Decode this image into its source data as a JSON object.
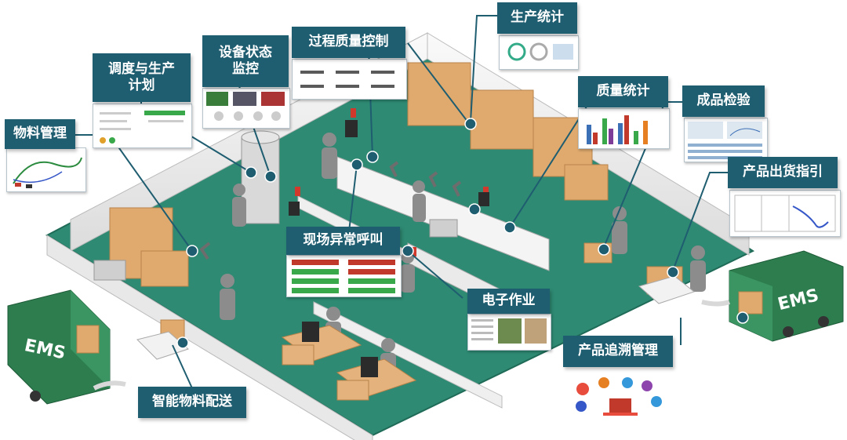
{
  "labels": {
    "material_mgmt": "物料管理",
    "scheduling": "调度与生产\n计划",
    "equipment": "设备状态\n监控",
    "process_quality": "过程质量控制",
    "production_stats": "生产统计",
    "quality_stats": "质量统计",
    "final_inspection": "成品检验",
    "shipping_guide": "产品出货指引",
    "onsite_alarm": "现场异常呼叫",
    "electronic_work": "电子作业",
    "traceability": "产品追溯管理",
    "smart_delivery": "智能物料配送"
  },
  "trucks": {
    "left_text": "EMS",
    "right_text": "EMS"
  },
  "colors": {
    "label_bg": "#1f5d70",
    "floor": "#2e8a73",
    "wall": "#f1f1f1",
    "truck": "#2e7d4f",
    "box": "#e0aa6e",
    "connector": "#1f5d70"
  },
  "icons": [
    "worker-figure",
    "cardboard-box",
    "computer-monitor",
    "robot-arm",
    "warning-light",
    "delivery-truck"
  ]
}
